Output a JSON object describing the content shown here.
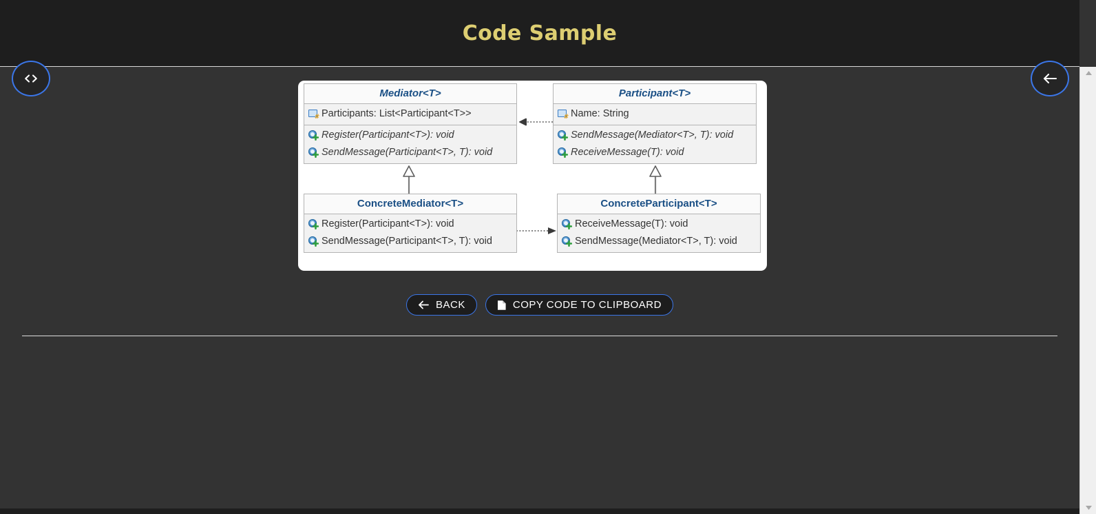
{
  "header": {
    "title": "Code Sample"
  },
  "nav": {
    "code_button_icon": "code-brackets-icon",
    "back_button_icon": "arrow-left-icon"
  },
  "diagram": {
    "type": "uml-class-diagram",
    "pattern": "Mediator",
    "classes": [
      {
        "id": "mediator",
        "name": "Mediator<T>",
        "abstract": true,
        "fields": [
          {
            "icon": "field-icon",
            "text": "Participants: List<Participant<T>>"
          }
        ],
        "methods": [
          {
            "icon": "method-icon",
            "text": "Register(Participant<T>): void",
            "abstract": true
          },
          {
            "icon": "method-icon",
            "text": "SendMessage(Participant<T>, T): void",
            "abstract": true
          }
        ]
      },
      {
        "id": "participant",
        "name": "Participant<T>",
        "abstract": true,
        "fields": [
          {
            "icon": "field-icon",
            "text": "Name: String"
          }
        ],
        "methods": [
          {
            "icon": "method-icon",
            "text": "SendMessage(Mediator<T>, T): void",
            "abstract": true
          },
          {
            "icon": "method-icon",
            "text": "ReceiveMessage(T): void",
            "abstract": true
          }
        ]
      },
      {
        "id": "concrete-mediator",
        "name": "ConcreteMediator<T>",
        "abstract": false,
        "fields": [],
        "methods": [
          {
            "icon": "method-icon",
            "text": "Register(Participant<T>): void",
            "abstract": false
          },
          {
            "icon": "method-icon",
            "text": "SendMessage(Participant<T>, T): void",
            "abstract": false
          }
        ]
      },
      {
        "id": "concrete-participant",
        "name": "ConcreteParticipant<T>",
        "abstract": false,
        "fields": [],
        "methods": [
          {
            "icon": "method-icon",
            "text": "ReceiveMessage(T): void",
            "abstract": false
          },
          {
            "icon": "method-icon",
            "text": "SendMessage(Mediator<T>, T): void",
            "abstract": false
          }
        ]
      }
    ],
    "relations": [
      {
        "from": "participant",
        "to": "mediator",
        "kind": "dependency",
        "style": "dotted-open-arrow",
        "direction": "left"
      },
      {
        "from": "concrete-mediator",
        "to": "mediator",
        "kind": "generalization",
        "style": "solid-hollow-triangle",
        "direction": "up"
      },
      {
        "from": "concrete-participant",
        "to": "participant",
        "kind": "generalization",
        "style": "solid-hollow-triangle",
        "direction": "up"
      },
      {
        "from": "concrete-mediator",
        "to": "concrete-participant",
        "kind": "dependency",
        "style": "dotted-open-arrow",
        "direction": "right"
      }
    ]
  },
  "actions": {
    "back_label": "BACK",
    "back_icon": "arrow-left-icon",
    "copy_label": "COPY CODE TO CLIPBOARD",
    "copy_icon": "document-copy-icon"
  },
  "colors": {
    "header_bg": "#1e1e1e",
    "body_bg": "#333333",
    "title_gold": "#ddce72",
    "accent_blue": "#3b76e8",
    "uml_title_blue": "#1a4f85",
    "uml_box_bg": "#f2f2f2",
    "panel_white": "#ffffff"
  }
}
